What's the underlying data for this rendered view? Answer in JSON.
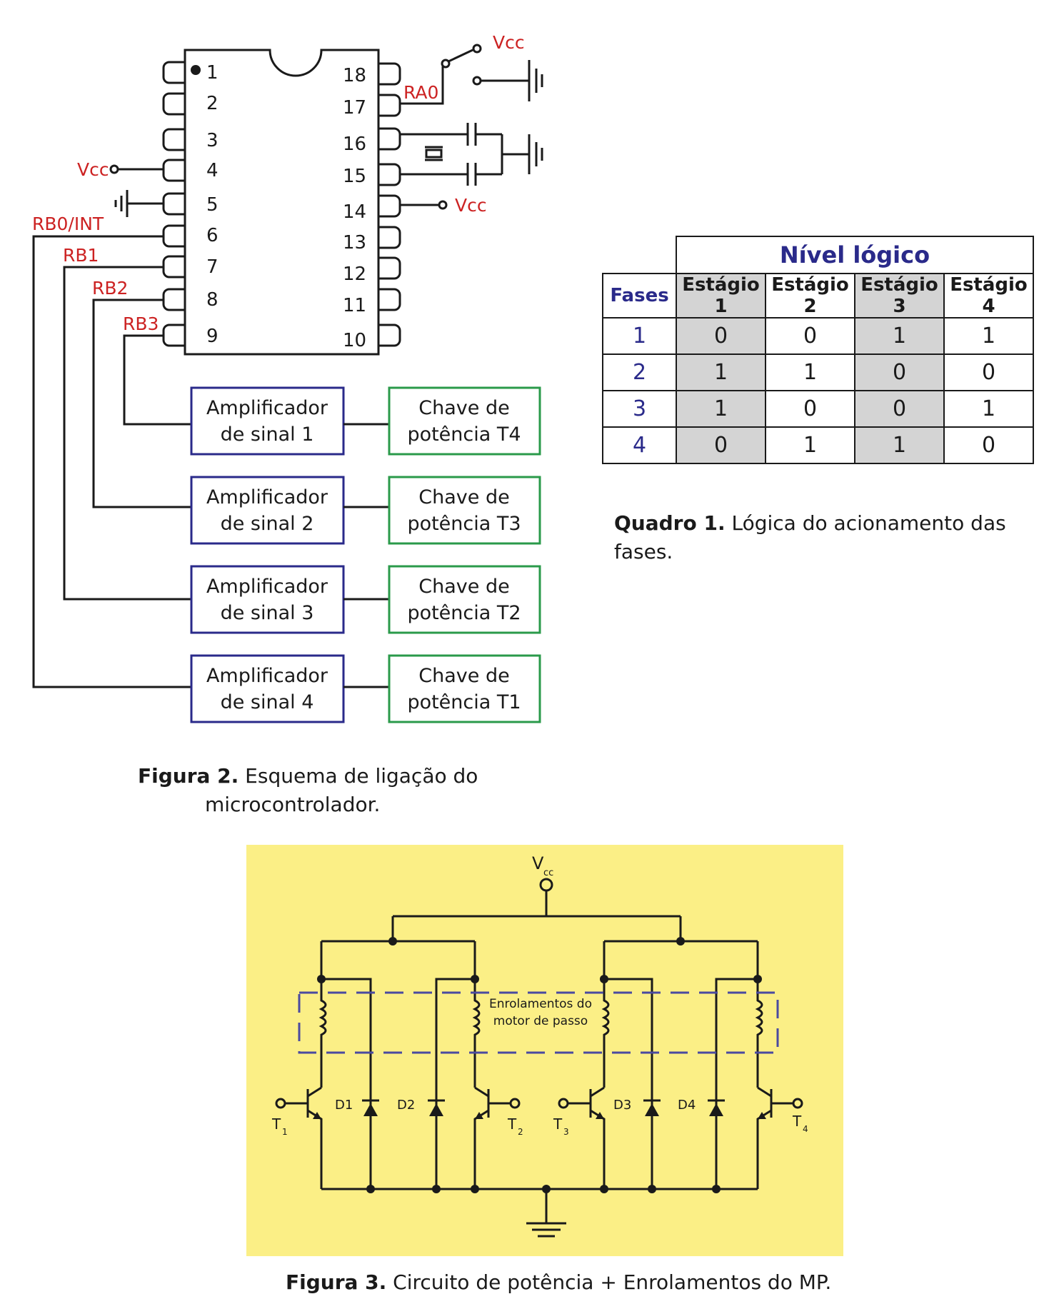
{
  "figure2": {
    "pins_left": [
      "1",
      "2",
      "3",
      "4",
      "5",
      "6",
      "7",
      "8",
      "9"
    ],
    "pins_right": [
      "18",
      "17",
      "16",
      "15",
      "14",
      "13",
      "12",
      "11",
      "10"
    ],
    "labels": {
      "vcc_top": "Vcc",
      "ra0": "RA0",
      "vcc_left": "Vcc",
      "vcc_pin14": "Vcc",
      "rb0": "RB0/INT",
      "rb1": "RB1",
      "rb2": "RB2",
      "rb3": "RB3"
    },
    "blocks": [
      {
        "amp_line1": "Amplificador",
        "amp_line2": "de sinal 1",
        "sw_line1": "Chave de",
        "sw_line2": "potência T4"
      },
      {
        "amp_line1": "Amplificador",
        "amp_line2": "de sinal 2",
        "sw_line1": "Chave de",
        "sw_line2": "potência T3"
      },
      {
        "amp_line1": "Amplificador",
        "amp_line2": "de sinal 3",
        "sw_line1": "Chave de",
        "sw_line2": "potência T2"
      },
      {
        "amp_line1": "Amplificador",
        "amp_line2": "de sinal 4",
        "sw_line1": "Chave de",
        "sw_line2": "potência T1"
      }
    ],
    "caption_bold": "Figura 2.",
    "caption_text": " Esquema de ligação do",
    "caption_text2": "microcontrolador."
  },
  "quadro1": {
    "header_group": "Nível lógico",
    "header_fases": "Fases",
    "stages": [
      "Estágio 1",
      "Estágio 2",
      "Estágio 3",
      "Estágio 4"
    ],
    "rows": [
      {
        "fase": "1",
        "values": [
          "0",
          "0",
          "1",
          "1"
        ]
      },
      {
        "fase": "2",
        "values": [
          "1",
          "1",
          "0",
          "0"
        ]
      },
      {
        "fase": "3",
        "values": [
          "1",
          "0",
          "0",
          "1"
        ]
      },
      {
        "fase": "4",
        "values": [
          "0",
          "1",
          "1",
          "0"
        ]
      }
    ],
    "caption_bold": "Quadro 1.",
    "caption_text": " Lógica do acionamento das fases."
  },
  "figure3": {
    "vcc": "V",
    "vcc_sub": "cc",
    "windings_label_1": "Enrolamentos do",
    "windings_label_2": "motor de passo",
    "diodes": [
      "D1",
      "D2",
      "D3",
      "D4"
    ],
    "transistors": [
      {
        "name": "T",
        "sub": "1"
      },
      {
        "name": "T",
        "sub": "2"
      },
      {
        "name": "T",
        "sub": "3"
      },
      {
        "name": "T",
        "sub": "4"
      }
    ],
    "caption_bold": "Figura 3.",
    "caption_text": " Circuito de potência + Enrolamentos do MP."
  },
  "colors": {
    "label_red": "#cc2222",
    "amp_border": "#2a2a8a",
    "switch_border": "#2a9a4a",
    "header_blue": "#2a2a8a",
    "yellow_bg": "#fbef86",
    "dash_blue": "#4a4aa0",
    "cell_gray": "#d4d4d4"
  }
}
